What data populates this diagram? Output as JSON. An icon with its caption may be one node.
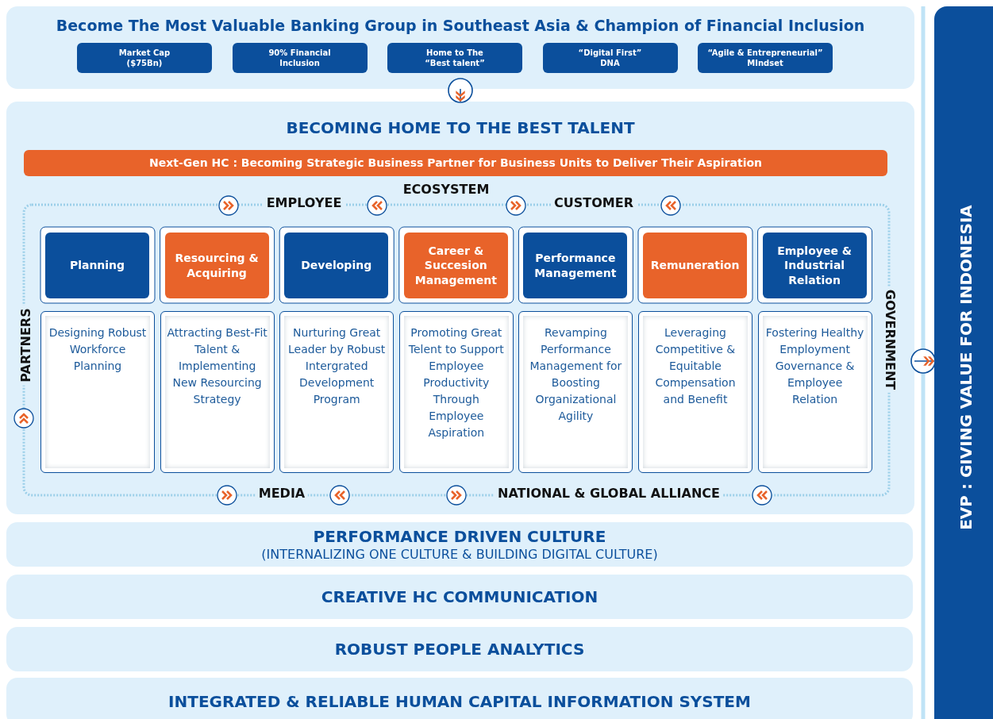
{
  "diagram": {
    "nodes": [
      {
        "text": [
          "Become The Most Valuable Banking Group in Southeast Asia & Champion of Financial Inclusion"
        ]
      },
      {
        "text": [
          "Market Cap ($75Bn)"
        ],
        "in": 0
      },
      {
        "text": [
          "90% Financial Inclusion"
        ],
        "in": 0
      },
      {
        "text": [
          "Home to The “Best talent”"
        ],
        "in": 0
      },
      {
        "text": [
          "“Digital First” DNA"
        ],
        "in": 0
      },
      {
        "text": [
          "“Agile & Entrepreneurial” MIndset"
        ],
        "in": 0
      },
      {
        "text": [
          "BECOMING HOME TO THE BEST TALENT"
        ]
      },
      {
        "text": [
          "Next-Gen HC : Becoming Strategic Business Partner for Business Units to Deliver Their Aspiration"
        ],
        "in": 6
      },
      {
        "text": [
          "Planning"
        ],
        "in": 6
      },
      {
        "text": [
          "Designing Robust Workforce Planning"
        ],
        "in": 6
      },
      {
        "text": [
          "Resourcing & Acquiring"
        ],
        "in": 6
      },
      {
        "text": [
          "Attracting Best-Fit Talent & Implementing New Resourcing Strategy"
        ],
        "in": 6
      },
      {
        "text": [
          "Developing"
        ],
        "in": 6
      },
      {
        "text": [
          "Nurturing Great Leader by Robust Intergrated Development Program"
        ],
        "in": 6
      },
      {
        "text": [
          "Career & Succesion Management"
        ],
        "in": 6
      },
      {
        "text": [
          "Promoting Great Telent to Support Employee Productivity Through Employee Aspiration"
        ],
        "in": 6
      },
      {
        "text": [
          "Performance Management"
        ],
        "in": 6
      },
      {
        "text": [
          "Revamping Performance Management for Boosting Organizational Agility"
        ],
        "in": 6
      },
      {
        "text": [
          "Remuneration"
        ],
        "in": 6
      },
      {
        "text": [
          "Leveraging Competitive & Equitable Compensation and Benefit"
        ],
        "in": 6
      },
      {
        "text": [
          "Employee & Industrial Relation"
        ],
        "in": 6
      },
      {
        "text": [
          "Fostering Healthy Employment Governance & Employee Relation"
        ],
        "in": 6
      },
      {
        "text": [
          "PERFORMANCE DRIVEN CULTURE",
          "(INTERNALIZING ONE CULTURE & BUILDING DIGITAL CULTURE)"
        ]
      },
      {
        "text": [
          "CREATIVE HC COMMUNICATION"
        ]
      },
      {
        "text": [
          "ROBUST PEOPLE ANALYTICS"
        ]
      },
      {
        "text": [
          "INTEGRATED & RELIABLE HUMAN CAPITAL INFORMATION SYSTEM"
        ]
      },
      {
        "text": [
          "EVP : GIVING VALUE FOR INDONESIA"
        ]
      }
    ],
    "edges": [
      {
        "from": 0,
        "to": 6,
        "arrow": "to"
      },
      {
        "from": 6,
        "to": 26,
        "arrow": "to"
      }
    ],
    "labels": [
      "ECOSYSTEM",
      "EMPLOYEE",
      "CUSTOMER",
      "PARTNERS",
      "GOVERNMENT",
      "MEDIA",
      "NATIONAL & GLOBAL ALLIANCE"
    ]
  }
}
